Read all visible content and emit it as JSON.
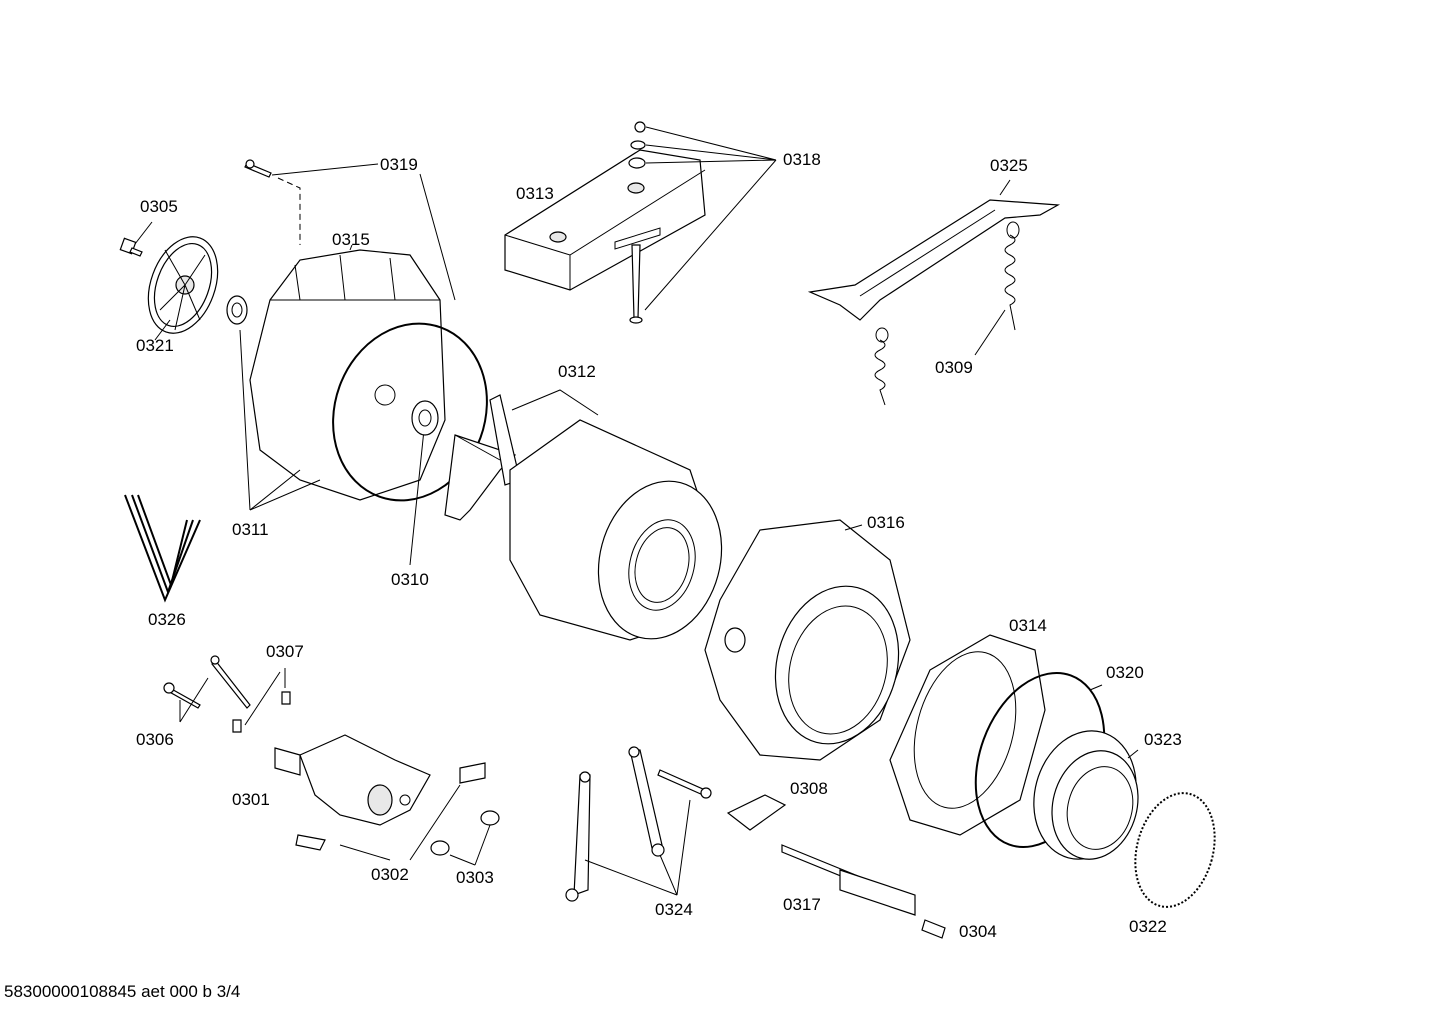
{
  "footer": "58300000108845 aet 000 b 3/4",
  "labels": {
    "p0301": "0301",
    "p0302": "0302",
    "p0303": "0303",
    "p0304": "0304",
    "p0305": "0305",
    "p0306": "0306",
    "p0307": "0307",
    "p0308": "0308",
    "p0309": "0309",
    "p0310": "0310",
    "p0311": "0311",
    "p0312": "0312",
    "p0313": "0313",
    "p0314": "0314",
    "p0315": "0315",
    "p0316": "0316",
    "p0317": "0317",
    "p0318": "0318",
    "p0319": "0319",
    "p0320": "0320",
    "p0321": "0321",
    "p0322": "0322",
    "p0323": "0323",
    "p0324": "0324",
    "p0325": "0325",
    "p0326": "0326"
  }
}
